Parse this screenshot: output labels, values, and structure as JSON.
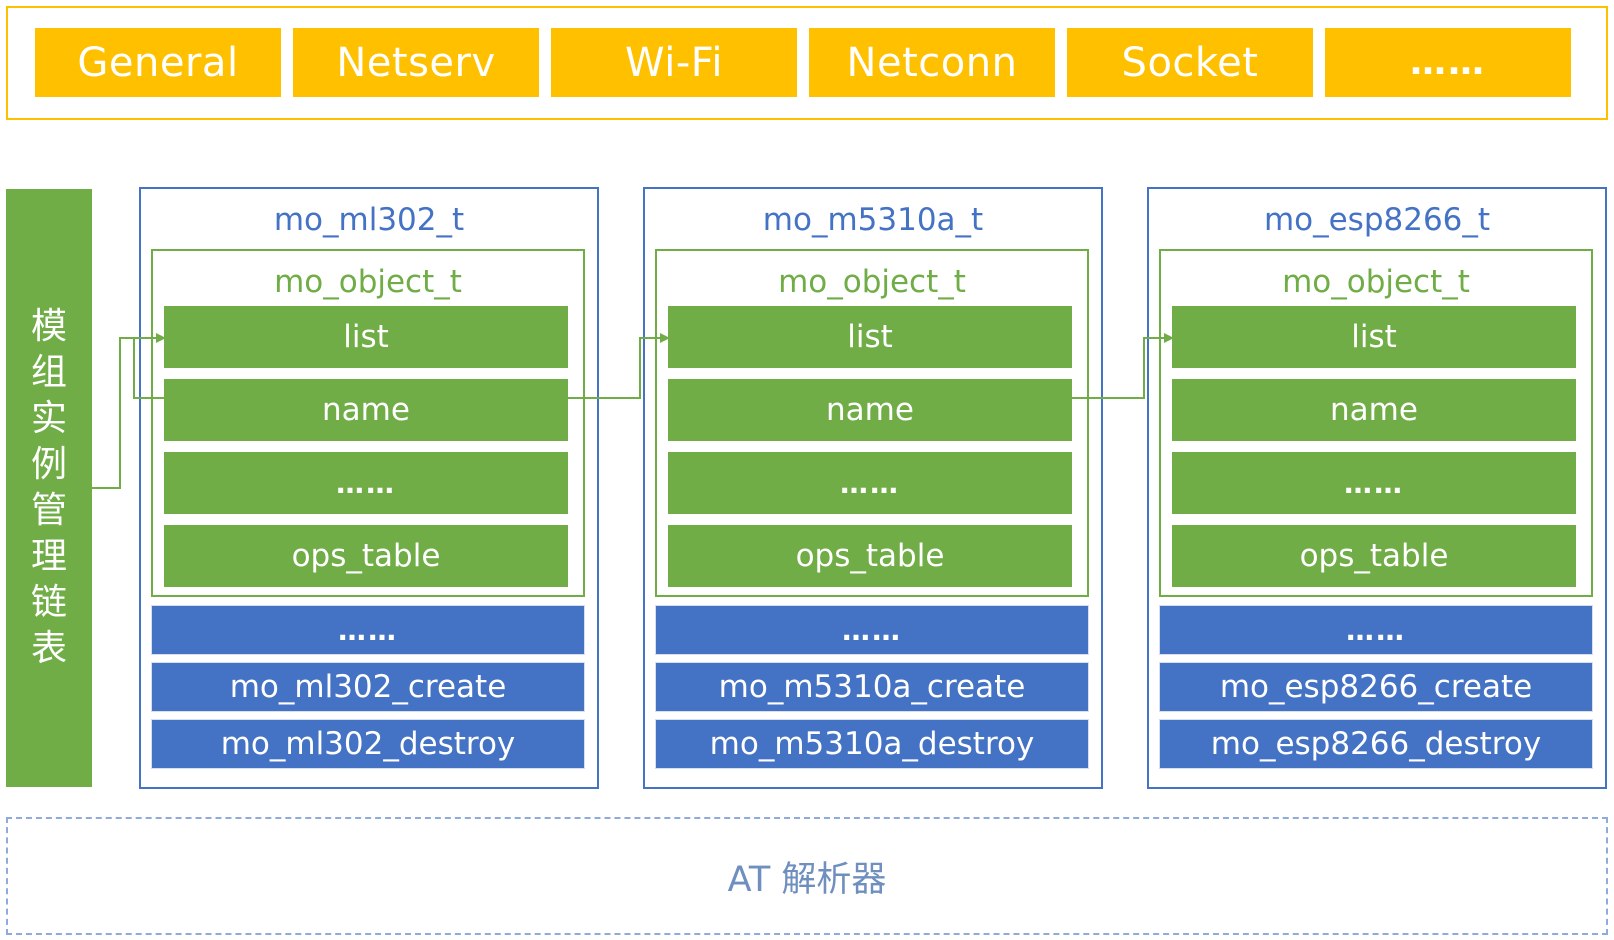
{
  "categories": [
    "General",
    "Netserv",
    "Wi-Fi",
    "Netconn",
    "Socket",
    "……"
  ],
  "instance_list_label": [
    "模",
    "组",
    "实",
    "例",
    "管",
    "理",
    "链",
    "表"
  ],
  "modules": [
    {
      "title": "mo_ml302_t",
      "object_title": "mo_object_t",
      "fields": [
        "list",
        "name",
        "……",
        "ops_table"
      ],
      "ops": [
        "……",
        "mo_ml302_create",
        "mo_ml302_destroy"
      ]
    },
    {
      "title": "mo_m5310a_t",
      "object_title": "mo_object_t",
      "fields": [
        "list",
        "name",
        "……",
        "ops_table"
      ],
      "ops": [
        "……",
        "mo_m5310a_create",
        "mo_m5310a_destroy"
      ]
    },
    {
      "title": "mo_esp8266_t",
      "object_title": "mo_object_t",
      "fields": [
        "list",
        "name",
        "……",
        "ops_table"
      ],
      "ops": [
        "……",
        "mo_esp8266_create",
        "mo_esp8266_destroy"
      ]
    }
  ],
  "parser_label": "AT 解析器",
  "colors": {
    "category": "#FFC000",
    "list_green": "#70AD47",
    "module_blue": "#4472C4",
    "parser_border": "#8FAADC"
  }
}
